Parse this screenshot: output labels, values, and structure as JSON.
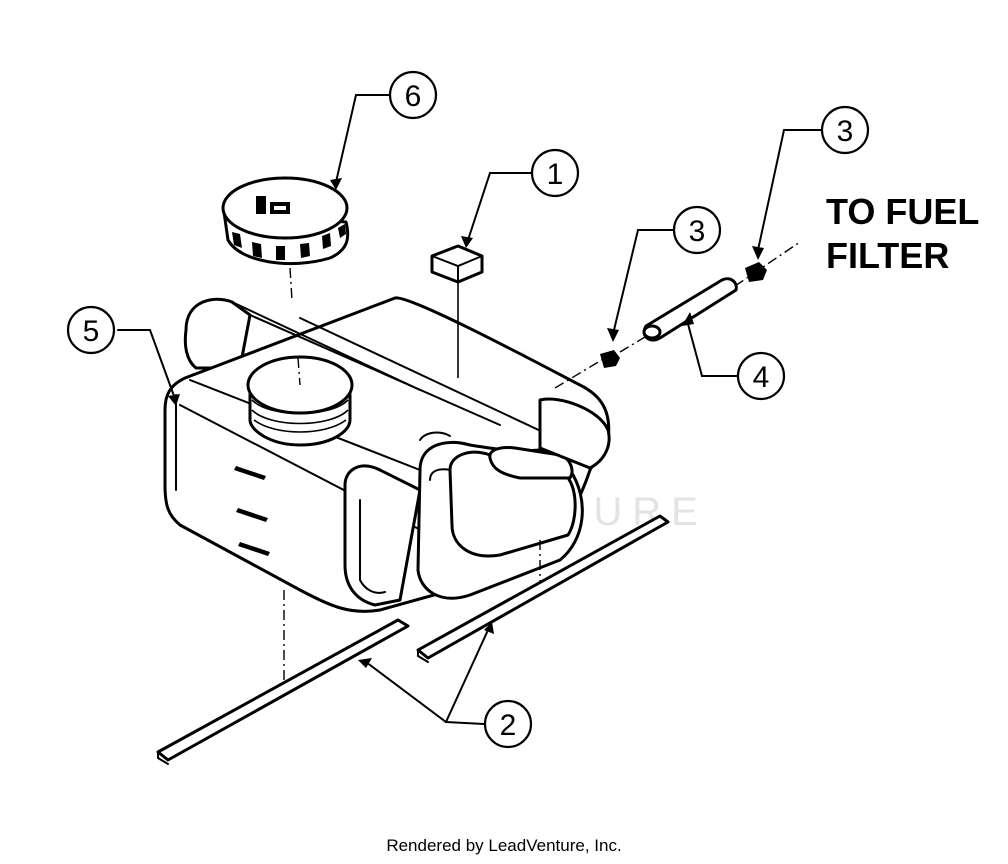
{
  "callouts": {
    "c1": "1",
    "c2": "2",
    "c3a": "3",
    "c3b": "3",
    "c4": "4",
    "c5": "5",
    "c6": "6"
  },
  "annotation": {
    "line1": "TO FUEL",
    "line2": "FILTER"
  },
  "watermark": "LEADVENTURE",
  "footer": "Rendered by LeadVenture, Inc."
}
